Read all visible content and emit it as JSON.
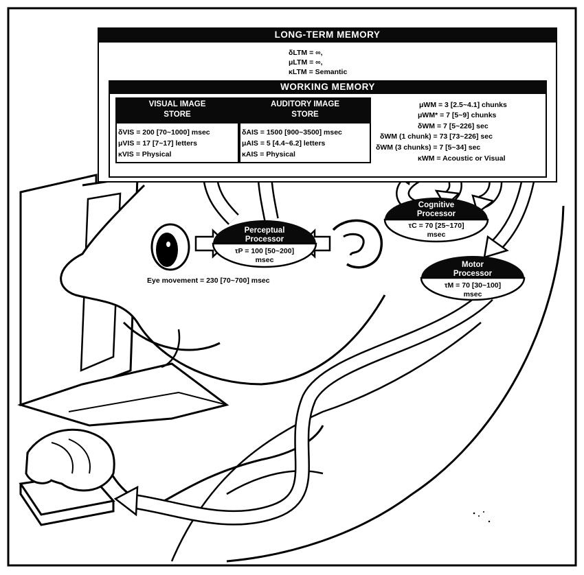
{
  "ltm": {
    "title": "LONG-TERM MEMORY",
    "params": [
      "δLTM = ∞,",
      "μLTM = ∞,",
      "κLTM = Semantic"
    ]
  },
  "wm": {
    "title": "WORKING MEMORY",
    "params": [
      "μWM = 3 [2.5~4.1] chunks",
      "μWM* = 7 [5~9] chunks",
      "δWM = 7 [5~226] sec",
      "δWM (1 chunk) = 73 [73~226] sec",
      "δWM (3 chunks) = 7 [5~34] sec",
      "κWM = Acoustic or Visual"
    ]
  },
  "vis": {
    "title_line1": "VISUAL IMAGE",
    "title_line2": "STORE",
    "params": [
      "δVIS = 200 [70~1000] msec",
      "μVIS = 17 [7~17] letters",
      "κVIS = Physical"
    ]
  },
  "ais": {
    "title_line1": "AUDITORY IMAGE",
    "title_line2": "STORE",
    "params": [
      "δAIS = 1500 [900~3500] msec",
      "μAIS = 5 [4.4~6.2] letters",
      "κAIS = Physical"
    ]
  },
  "perceptual": {
    "line1": "Perceptual",
    "line2": "Processor",
    "value": "τP = 100 [50~200]",
    "unit": "msec"
  },
  "cognitive": {
    "line1": "Cognitive",
    "line2": "Processor",
    "value": "τC = 70 [25~170]",
    "unit": "msec"
  },
  "motor": {
    "line1": "Motor",
    "line2": "Processor",
    "value": "τM = 70 [30~100]",
    "unit": "msec"
  },
  "eye_movement": "Eye movement = 230 [70~700] msec"
}
